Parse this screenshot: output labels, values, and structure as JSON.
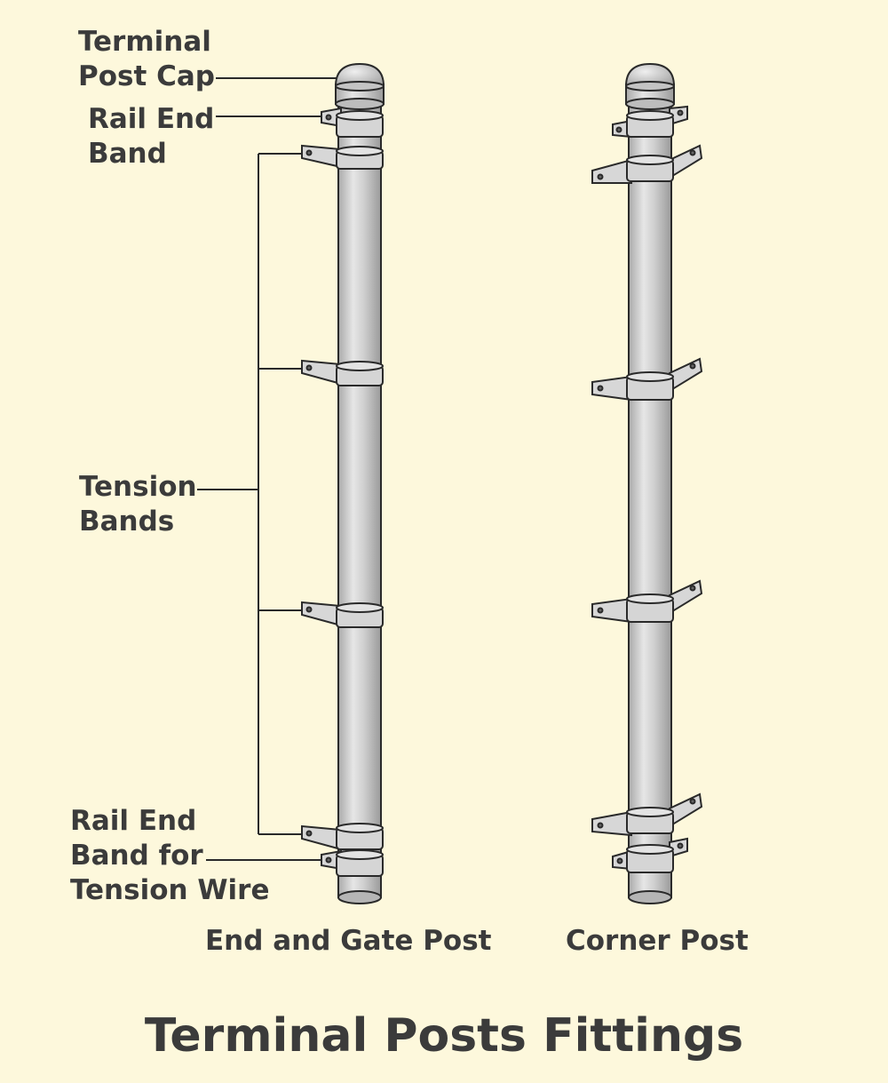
{
  "labels": {
    "terminal_post_cap": [
      "Terminal",
      "Post Cap"
    ],
    "rail_end_band": [
      "Rail End",
      "Band"
    ],
    "tension_bands": [
      "Tension",
      "Bands"
    ],
    "rail_end_band_tension_wire": [
      "Rail End",
      "Band for",
      "Tension Wire"
    ]
  },
  "captions": {
    "end_gate_post": "End and Gate Post",
    "corner_post": "Corner Post"
  },
  "title": "Terminal Posts Fittings",
  "colors": {
    "background": "#fdf8dc",
    "text": "#3b3b3b",
    "metal": "#c9c9c9",
    "outline": "#2a2a2a"
  }
}
